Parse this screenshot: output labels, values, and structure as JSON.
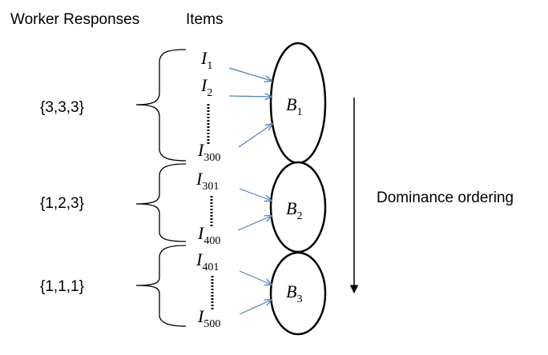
{
  "headers": {
    "worker_responses": "Worker Responses",
    "items": "Items"
  },
  "responses": [
    "{3,3,3}",
    "{1,2,3}",
    "{1,1,1}"
  ],
  "items": {
    "i1": {
      "base": "I",
      "sub": "1"
    },
    "i2": {
      "base": "I",
      "sub": "2"
    },
    "i300": {
      "base": "I",
      "sub": "300"
    },
    "i301": {
      "base": "I",
      "sub": "301"
    },
    "i400": {
      "base": "I",
      "sub": "400"
    },
    "i401": {
      "base": "I",
      "sub": "401"
    },
    "i500": {
      "base": "I",
      "sub": "500"
    }
  },
  "buckets": [
    {
      "base": "B",
      "sub": "1"
    },
    {
      "base": "B",
      "sub": "2"
    },
    {
      "base": "B",
      "sub": "3"
    }
  ],
  "dominance_label": "Dominance ordering",
  "colors": {
    "arrow": "#4f81bd",
    "stroke": "#000000"
  }
}
